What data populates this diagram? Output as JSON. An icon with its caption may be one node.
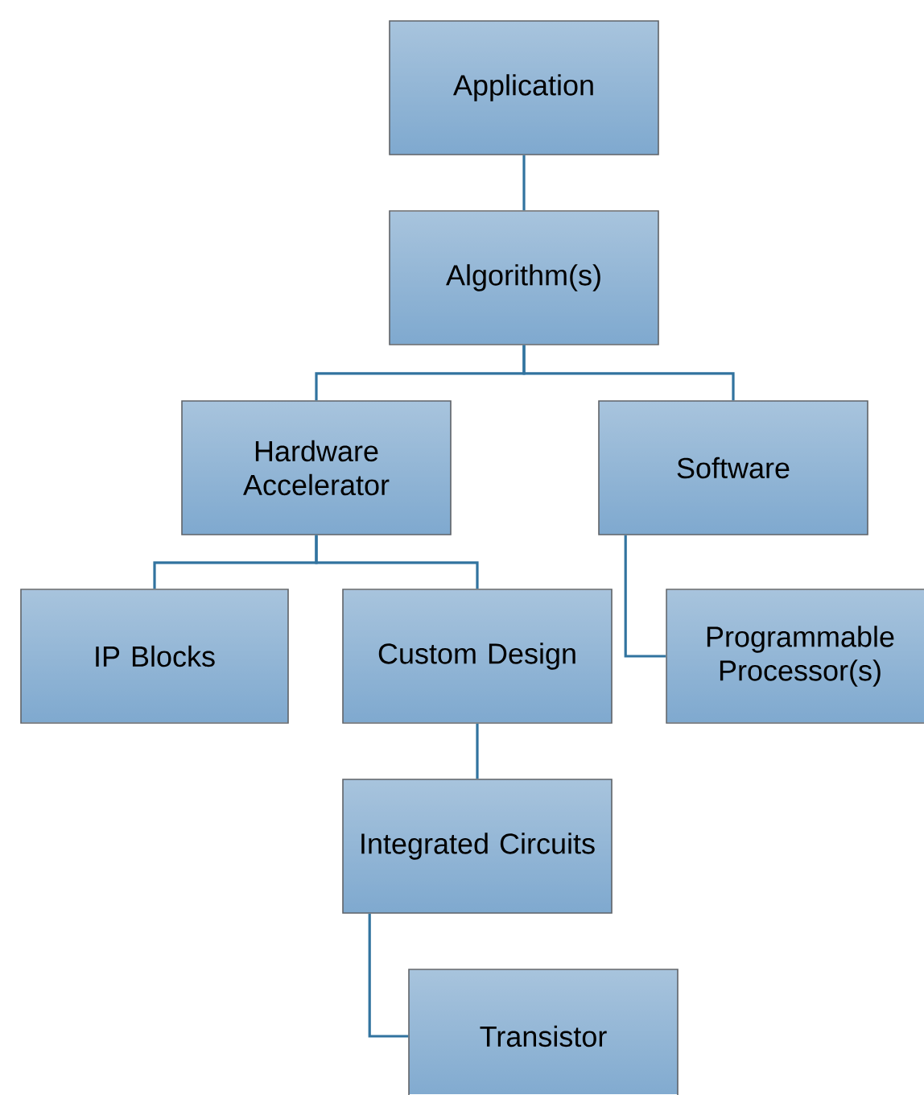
{
  "diagram": {
    "nodes": [
      {
        "text": [
          "Application"
        ]
      },
      {
        "text": [
          "Algorithm(s)"
        ]
      },
      {
        "text": [
          "Hardware Accelerator"
        ]
      },
      {
        "text": [
          "Software"
        ]
      },
      {
        "text": [
          "IP Blocks"
        ]
      },
      {
        "text": [
          "Custom Design"
        ]
      },
      {
        "text": [
          "Programmable Processor(s)"
        ]
      },
      {
        "text": [
          "Integrated Circuits"
        ]
      },
      {
        "text": [
          "Transistor"
        ]
      }
    ],
    "edges": [
      {
        "from": 0,
        "to": 1,
        "arrow": "none"
      },
      {
        "from": 1,
        "to": 2,
        "arrow": "none"
      },
      {
        "from": 1,
        "to": 3,
        "arrow": "none"
      },
      {
        "from": 2,
        "to": 4,
        "arrow": "none"
      },
      {
        "from": 2,
        "to": 5,
        "arrow": "none"
      },
      {
        "from": 3,
        "to": 6,
        "arrow": "none"
      },
      {
        "from": 5,
        "to": 7,
        "arrow": "none"
      },
      {
        "from": 7,
        "to": 8,
        "arrow": "none"
      }
    ]
  }
}
